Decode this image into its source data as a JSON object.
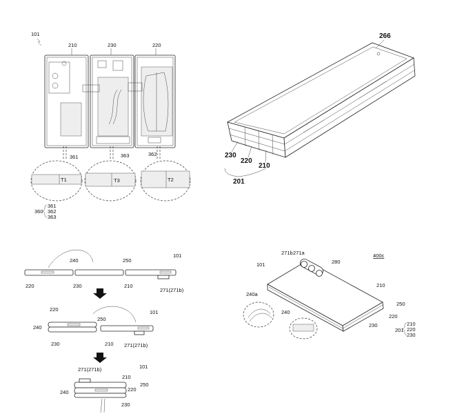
{
  "fig_a": {
    "ref": "101",
    "panels": [
      "210",
      "230",
      "220"
    ],
    "adhesives": [
      "361",
      "363",
      "362"
    ],
    "thickness": [
      "T1",
      "T3",
      "T2"
    ],
    "group_ref": "360",
    "group_items": [
      "361",
      "362",
      "363"
    ]
  },
  "fig_b": {
    "display": "266",
    "parts": [
      "230",
      "220",
      "210"
    ],
    "group_ref": "201"
  },
  "fig_c": {
    "step1": {
      "hinge1": "240",
      "hinge2": "250",
      "ref": "101",
      "p220": "220",
      "p230": "230",
      "p210": "210",
      "camera": "271(271b)"
    },
    "step2": {
      "p220": "220",
      "hinge1": "240",
      "hinge2": "250",
      "ref": "101",
      "p230": "230",
      "p210": "210",
      "camera": "271(271b)"
    },
    "step3": {
      "camera": "271(271b)",
      "ref": "101",
      "p210": "210",
      "hinge2": "250",
      "p220": "220",
      "hinge1": "240",
      "p230": "230"
    }
  },
  "fig_d": {
    "cam_b": "271b",
    "cam_a": "271a",
    "cover": "280",
    "fig_label": "400c",
    "ref": "101",
    "p210": "210",
    "texture": "240a",
    "hinge2": "250",
    "hinge1": "240",
    "p220": "220",
    "p230": "230",
    "group_ref": "201",
    "group_items": [
      "210",
      "220",
      "230"
    ]
  }
}
